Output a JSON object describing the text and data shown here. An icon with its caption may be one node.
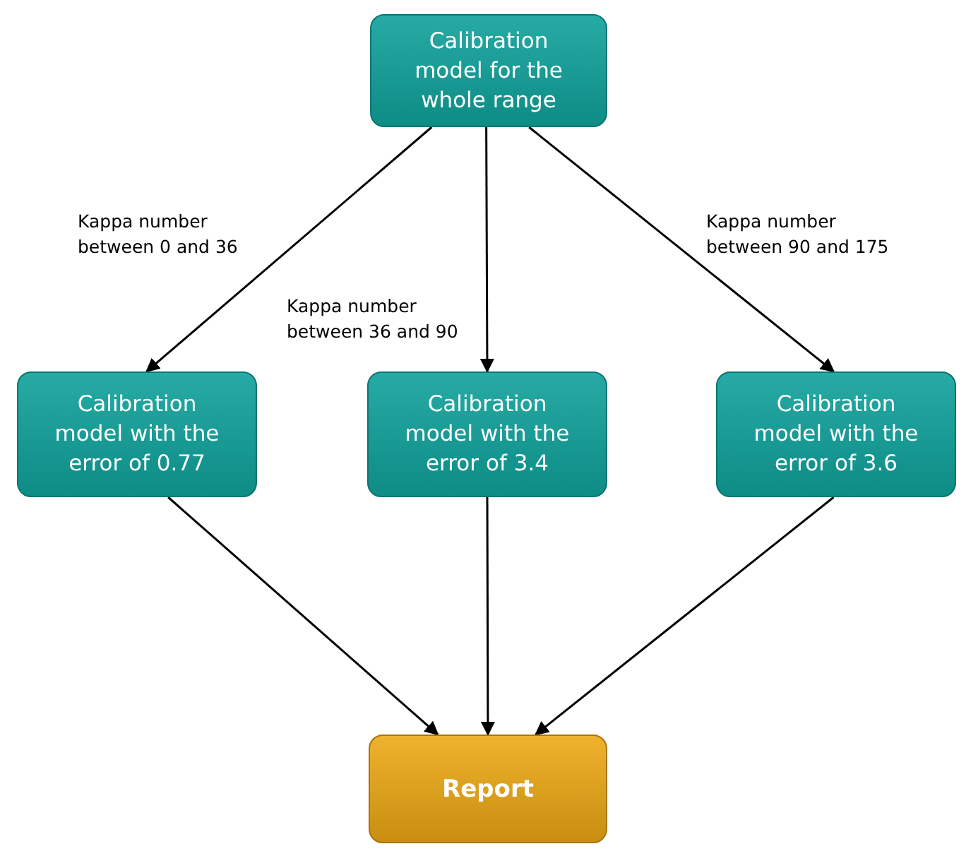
{
  "diagram": {
    "nodes": [
      {
        "text": [
          "Calibration model for the whole range"
        ]
      },
      {
        "text": [
          "Calibration model with the error of 0.77"
        ]
      },
      {
        "text": [
          "Calibration model with the error of 3.4"
        ]
      },
      {
        "text": [
          "Calibration model with the error of 3.6"
        ]
      },
      {
        "text": [
          "Report"
        ]
      }
    ],
    "edges": [
      {
        "from": 0,
        "to": 1,
        "arrow": "to",
        "label": "Kappa number between 0 and 36"
      },
      {
        "from": 0,
        "to": 2,
        "arrow": "to",
        "label": "Kappa number between 36 and 90"
      },
      {
        "from": 0,
        "to": 3,
        "arrow": "to",
        "label": "Kappa number between 90 and 175"
      },
      {
        "from": 1,
        "to": 4,
        "arrow": "to"
      },
      {
        "from": 2,
        "to": 4,
        "arrow": "to"
      },
      {
        "from": 3,
        "to": 4,
        "arrow": "to"
      }
    ]
  }
}
